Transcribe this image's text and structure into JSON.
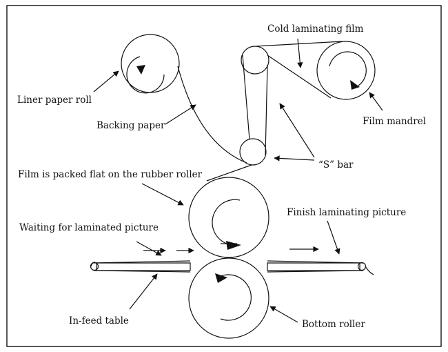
{
  "labels": {
    "cold_laminating_film": "Cold laminating film",
    "liner_paper_roll": "Liner paper roll",
    "film_mandrel": "Film mandrel",
    "backing_paper": "Backing  paper",
    "s_bar": "“S”  bar",
    "film_packed_flat": "Film is packed flat on the rubber roller",
    "finish_laminating_picture": "Finish laminating picture",
    "waiting_for_laminated_picture": "Waiting for laminated picture",
    "in_feed_table": "In-feed table",
    "bottom_roller": "Bottom roller"
  }
}
